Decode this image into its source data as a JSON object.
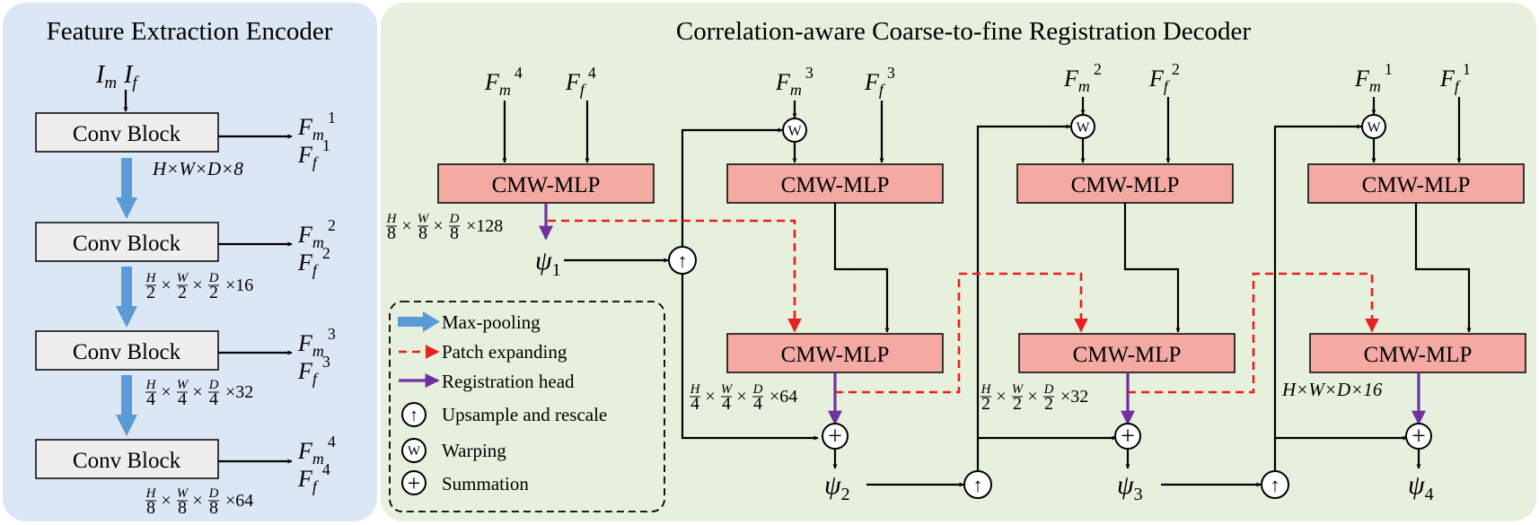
{
  "encoder": {
    "title": "Feature Extraction Encoder",
    "input": {
      "m": "I",
      "m_sub": "m",
      "f": "I",
      "f_sub": "f"
    },
    "block_label": "Conv Block",
    "levels": [
      {
        "fm": "F",
        "fm_sub": "m",
        "fm_sup": "1",
        "ff": "F",
        "ff_sub": "f",
        "ff_sup": "1",
        "dim": "H×W×D×8"
      },
      {
        "fm": "F",
        "fm_sub": "m",
        "fm_sup": "2",
        "ff": "F",
        "ff_sub": "f",
        "ff_sup": "2",
        "dim_scale": "2",
        "dim_ch": "×16"
      },
      {
        "fm": "F",
        "fm_sub": "m",
        "fm_sup": "3",
        "ff": "F",
        "ff_sub": "f",
        "ff_sup": "3",
        "dim_scale": "4",
        "dim_ch": "×32"
      },
      {
        "fm": "F",
        "fm_sub": "m",
        "fm_sup": "4",
        "ff": "F",
        "ff_sub": "f",
        "ff_sup": "4",
        "dim_scale": "8",
        "dim_ch": "×64"
      }
    ]
  },
  "decoder": {
    "title": "Correlation-aware Coarse-to-fine Registration Decoder",
    "block_label": "CMW-MLP",
    "stages": [
      {
        "fm_sup": "4",
        "ff_sup": "4",
        "dim_scale": "8",
        "dim_ch": "×128",
        "psi_sub": "1"
      },
      {
        "fm_sup": "3",
        "ff_sup": "3",
        "dim_scale": "4",
        "dim_ch": "×64",
        "psi_sub": "2"
      },
      {
        "fm_sup": "2",
        "ff_sup": "2",
        "dim_scale": "2",
        "dim_ch": "×32",
        "psi_sub": "3"
      },
      {
        "fm_sup": "1",
        "ff_sup": "1",
        "dim_full": "H×W×D×16",
        "psi_sub": "4"
      }
    ],
    "math": {
      "F": "F",
      "m": "m",
      "f": "f",
      "psi": "ψ",
      "H": "H",
      "W": "W",
      "D": "D",
      "times": "×"
    }
  },
  "legend": {
    "items": [
      {
        "label": "Max-pooling"
      },
      {
        "label": "Patch expanding"
      },
      {
        "label": "Registration head"
      },
      {
        "label": "Upsample and rescale",
        "symbol": "↑"
      },
      {
        "label": "Warping",
        "symbol": "W"
      },
      {
        "label": "Summation",
        "symbol": "+"
      }
    ]
  },
  "colors": {
    "encoder_bg": "#dbe7f5",
    "decoder_bg": "#e6f0dc",
    "conv_block_fill": "#eeeeee",
    "cmw_fill": "#f4aaa3",
    "maxpool_arrow": "#5b9bd5",
    "patch_expand": "#e8201f",
    "reg_head": "#7030a0"
  }
}
